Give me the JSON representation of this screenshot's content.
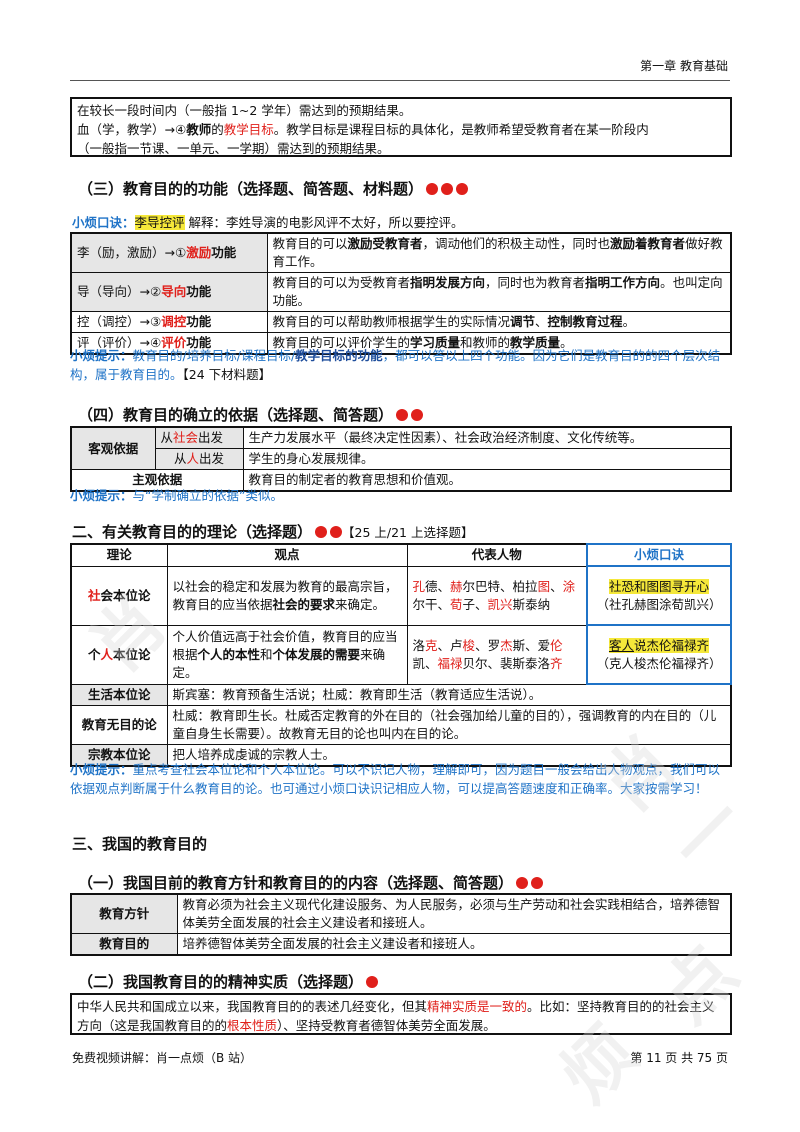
{
  "header": {
    "title": "第一章  教育基础"
  },
  "top_box": {
    "line1": "在较长一段时间内（一般指 1~2 学年）需达到的预期结果。",
    "line2_a": "血（学，教学）→④",
    "line2_b": "教师",
    "line2_c": "的",
    "line2_d": "教学目标",
    "line2_e": "。教学目标是课程目标的具体化，是教师希望受教育者在某一阶段内",
    "line3": "（一般指一节课、一单元、一学期）需达到的预期结果。"
  },
  "sec3": {
    "title": "（三）教育目的的功能（选择题、简答题、材料题）",
    "mnemonic_label": "小烦口诀：",
    "mnemonic": "李导控评",
    "explain": " 解释：李姓导演的电影风评不太好，所以要控评。",
    "rows": [
      {
        "left_a": "李（励，激励）→①",
        "left_b": "激励",
        "left_c": "功能",
        "right_a": "教育目的可以",
        "right_b": "激励受教育者",
        "right_c": "，调动他们的积极主动性，同时也",
        "right_d": "激励着教育者",
        "right_e": "做好教育工作。"
      },
      {
        "left_a": "导（导向）→②",
        "left_b": "导向",
        "left_c": "功能",
        "right_a": "教育目的可以为受教育者",
        "right_b": "指明发展方向",
        "right_c": "，同时也为教育者",
        "right_d": "指明工作方向",
        "right_e": "。也叫定向功能。"
      },
      {
        "left_a": "控（调控）→③",
        "left_b": "调控",
        "left_c": "功能",
        "right_a": "教育目的可以帮助教师根据学生的实际情况",
        "right_b": "调节",
        "right_c": "、",
        "right_d": "控制教育过程",
        "right_e": "。"
      },
      {
        "left_a": "评（评价）→④",
        "left_b": "评价",
        "left_c": "功能",
        "right_a": "教育目的可以评价学生的",
        "right_b": "学习质量",
        "right_c": "和教师的",
        "right_d": "教学质量",
        "right_e": "。"
      }
    ],
    "tip_label": "小烦提示：",
    "tip_a": "教育目的/培养目标/课程目标/",
    "tip_b": "教学目标的功能",
    "tip_c": "，都可以答以上四个功能。因为它们是教育目的的四个层次结构，属于教育目的。",
    "tip_d": "【24 下材料题】"
  },
  "sec4": {
    "title": "（四）教育目的确立的依据（选择题、简答题）",
    "objective": "客观依据",
    "r1_a": "从",
    "r1_b": "社会",
    "r1_c": "出发",
    "r1_text": "生产力发展水平（最终决定性因素）、社会政治经济制度、文化传统等。",
    "r2_a": "从",
    "r2_b": "人",
    "r2_c": "出发",
    "r2_text": "学生的身心发展规律。",
    "subjective": "主观依据",
    "r3_text": "教育目的制定者的教育思想和价值观。",
    "tip_label": "小烦提示：",
    "tip": "与“学制确立的依据”类似。"
  },
  "sec_theory": {
    "title": "二、有关教育目的的理论（选择题）",
    "title_tail": "【25 上/21 上选择题】",
    "headers": [
      "理论",
      "观点",
      "代表人物",
      "小烦口诀"
    ],
    "social": {
      "name_a": "社",
      "name_b": "会本位论",
      "view_a": "以社会的稳定和发展为教育的最高宗旨，教育目的应当依据",
      "view_b": "社会的要求",
      "view_c": "来确定。",
      "people": [
        [
          "孔",
          "德、"
        ],
        [
          "赫",
          "尔巴特、柏拉"
        ],
        [
          "图",
          "、"
        ],
        [
          "涂",
          "尔干、"
        ],
        [
          "荀",
          "子、"
        ],
        [
          "凯兴",
          "斯泰纳"
        ]
      ],
      "mnemonic": "社恐和图图寻开心",
      "mnemonic2": "（社孔赫图涂荀凯兴）"
    },
    "individual": {
      "name_a": "个",
      "name_b": "人",
      "name_c": "本位论",
      "view_a": "个人价值远高于社会价值，教育目的应当根据",
      "view_b": "个人的本性",
      "view_c": "和",
      "view_d": "个体发展的需要",
      "view_e": "来确定。",
      "people": [
        [
          "",
          "洛"
        ],
        [
          "克",
          "、卢"
        ],
        [
          "梭",
          "、罗"
        ],
        [
          "杰",
          "斯、爱"
        ],
        [
          "伦",
          "凯、"
        ],
        [
          "福禄",
          "贝尔、裴斯泰洛"
        ],
        [
          "齐",
          ""
        ]
      ],
      "mnemonic_a": "客人",
      "mnemonic_b": "说杰伦福禄齐",
      "mnemonic2": "（克人梭杰伦福禄齐）"
    },
    "life": {
      "name": "生活本位论",
      "text": "斯宾塞：教育预备生活说；杜威：教育即生活（教育适应生活说）。"
    },
    "no_aim": {
      "name": "教育无目的论",
      "text": "杜威：教育即生长。杜威否定教育的外在目的（社会强加给儿童的目的），强调教育的内在目的（儿童自身生长需要）。故教育无目的论也叫内在目的论。"
    },
    "religion": {
      "name": "宗教本位论",
      "text": "把人培养成虔诚的宗教人士。"
    },
    "tip_label": "小烦提示：",
    "tip": "重点考查社会本位论和个人本位论。可以不识记人物，理解即可，因为题目一般会给出人物观点，我们可以依据观点判断属于什么教育目的论。也可通过小烦口诀识记相应人物，可以提高答题速度和正确率。大家按需学习！"
  },
  "sec_china": {
    "title": "三、我国的教育目的",
    "sub1": "（一）我国目前的教育方针和教育目的的内容（选择题、简答题）",
    "policy_label": "教育方针",
    "policy": "教育必须为社会主义现代化建设服务、为人民服务，必须与生产劳动和社会实践相结合，培养德智体美劳全面发展的社会主义建设者和接班人。",
    "aim_label": "教育目的",
    "aim": "培养德智体美劳全面发展的社会主义建设者和接班人。",
    "sub2": "（二）我国教育目的的精神实质（选择题）",
    "spirit_a": "中华人民共和国成立以来，我国教育目的的表述几经变化，但其",
    "spirit_b": "精神实质是一致的",
    "spirit_c": "。比如：坚持教育目的的社会主义方向（这是我国教育目的的",
    "spirit_d": "根本性质",
    "spirit_e": "）、坚持受教育者德智体美劳全面发展。"
  },
  "footer": {
    "left": "免费视频讲解：肖一点烦（B 站）",
    "right": "第 11 页 共 75 页"
  },
  "watermark": [
    "肖",
    "一",
    "点",
    "烦"
  ]
}
